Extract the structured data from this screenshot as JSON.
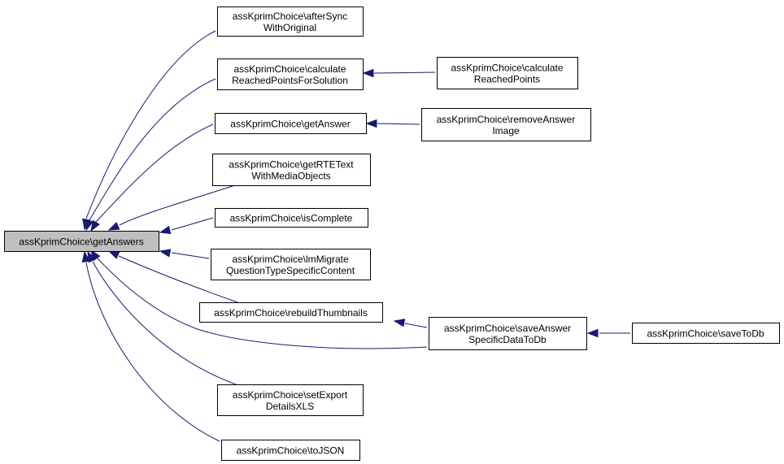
{
  "graph": {
    "nodes": [
      {
        "id": "getAnswers",
        "lines": [
          "assKprimChoice\\getAnswers"
        ],
        "highlighted": true
      },
      {
        "id": "afterSync",
        "lines": [
          "assKprimChoice\\afterSync",
          "WithOriginal"
        ]
      },
      {
        "id": "calcReachedSol",
        "lines": [
          "assKprimChoice\\calculate",
          "ReachedPointsForSolution"
        ]
      },
      {
        "id": "calcReached",
        "lines": [
          "assKprimChoice\\calculate",
          "ReachedPoints"
        ]
      },
      {
        "id": "getAnswer",
        "lines": [
          "assKprimChoice\\getAnswer"
        ]
      },
      {
        "id": "removeAnswerImage",
        "lines": [
          "assKprimChoice\\removeAnswer",
          "Image"
        ]
      },
      {
        "id": "getRTEText",
        "lines": [
          "assKprimChoice\\getRTEText",
          "WithMediaObjects"
        ]
      },
      {
        "id": "isComplete",
        "lines": [
          "assKprimChoice\\isComplete"
        ]
      },
      {
        "id": "lmMigrate",
        "lines": [
          "assKprimChoice\\lmMigrate",
          "QuestionTypeSpecificContent"
        ]
      },
      {
        "id": "rebuildThumbnails",
        "lines": [
          "assKprimChoice\\rebuildThumbnails"
        ]
      },
      {
        "id": "saveAnswerSpecific",
        "lines": [
          "assKprimChoice\\saveAnswer",
          "SpecificDataToDb"
        ]
      },
      {
        "id": "saveToDb",
        "lines": [
          "assKprimChoice\\saveToDb"
        ]
      },
      {
        "id": "setExportDetails",
        "lines": [
          "assKprimChoice\\setExport",
          "DetailsXLS"
        ]
      },
      {
        "id": "toJSON",
        "lines": [
          "assKprimChoice\\toJSON"
        ]
      }
    ],
    "edges": [
      {
        "from": "afterSync",
        "to": "getAnswers"
      },
      {
        "from": "calcReachedSol",
        "to": "getAnswers"
      },
      {
        "from": "calcReached",
        "to": "calcReachedSol"
      },
      {
        "from": "getAnswer",
        "to": "getAnswers"
      },
      {
        "from": "removeAnswerImage",
        "to": "getAnswer"
      },
      {
        "from": "getRTEText",
        "to": "getAnswers"
      },
      {
        "from": "isComplete",
        "to": "getAnswers"
      },
      {
        "from": "lmMigrate",
        "to": "getAnswers"
      },
      {
        "from": "rebuildThumbnails",
        "to": "getAnswers"
      },
      {
        "from": "saveAnswerSpecific",
        "to": "rebuildThumbnails"
      },
      {
        "from": "saveAnswerSpecific",
        "to": "getAnswers"
      },
      {
        "from": "saveToDb",
        "to": "saveAnswerSpecific"
      },
      {
        "from": "setExportDetails",
        "to": "getAnswers"
      },
      {
        "from": "toJSON",
        "to": "getAnswers"
      }
    ],
    "colors": {
      "edge": "#191970",
      "node_border": "#000000",
      "node_fill": "#ffffff",
      "highlight_fill": "#bfbfbf"
    }
  }
}
